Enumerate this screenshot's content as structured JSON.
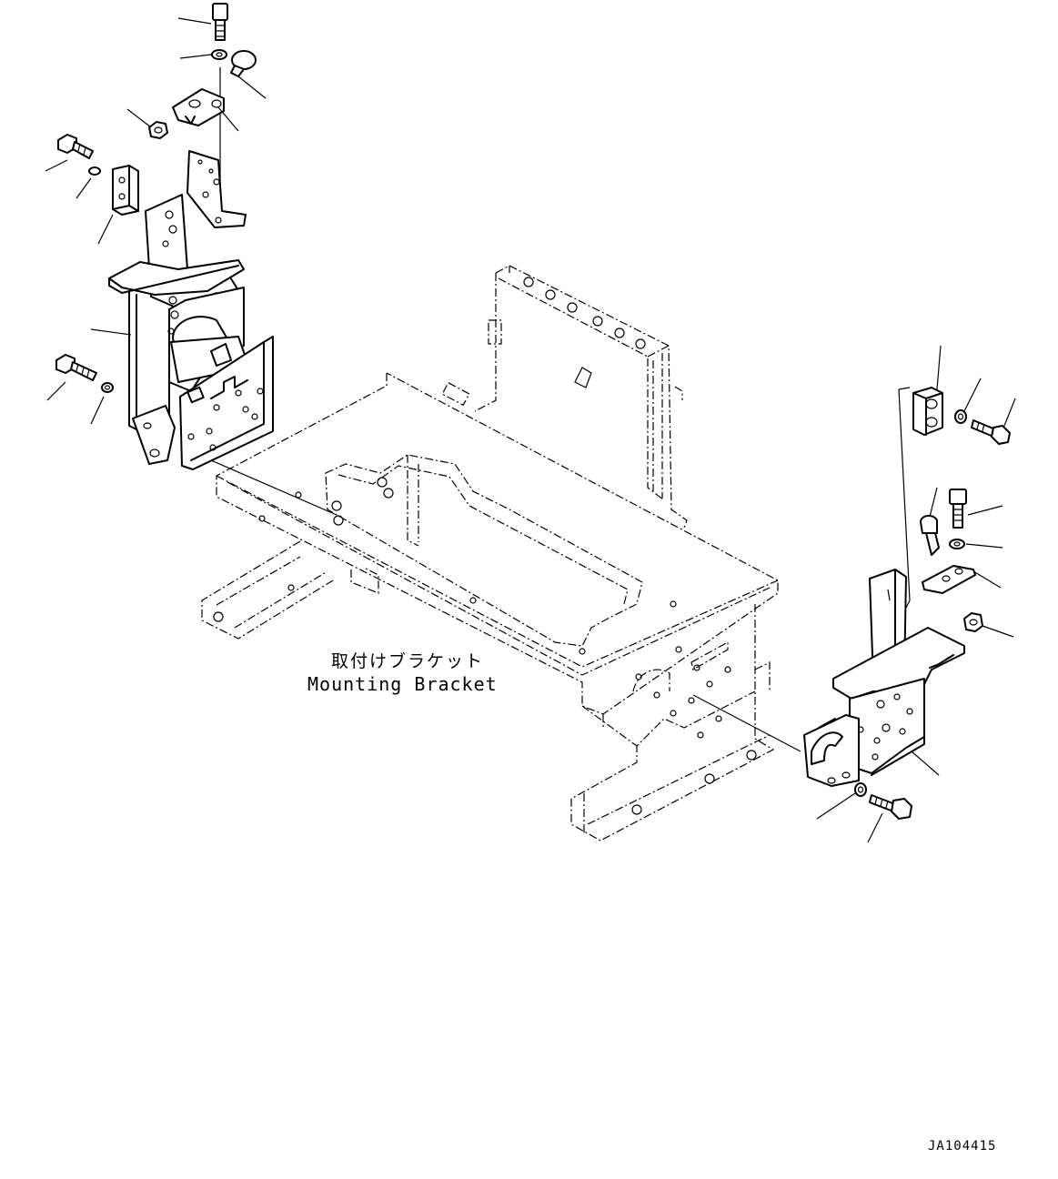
{
  "label": {
    "japanese": "取付けブラケット",
    "english": "Mounting Bracket"
  },
  "drawing_code": "JA104415",
  "colors": {
    "line": "#000000",
    "background": "#ffffff"
  }
}
